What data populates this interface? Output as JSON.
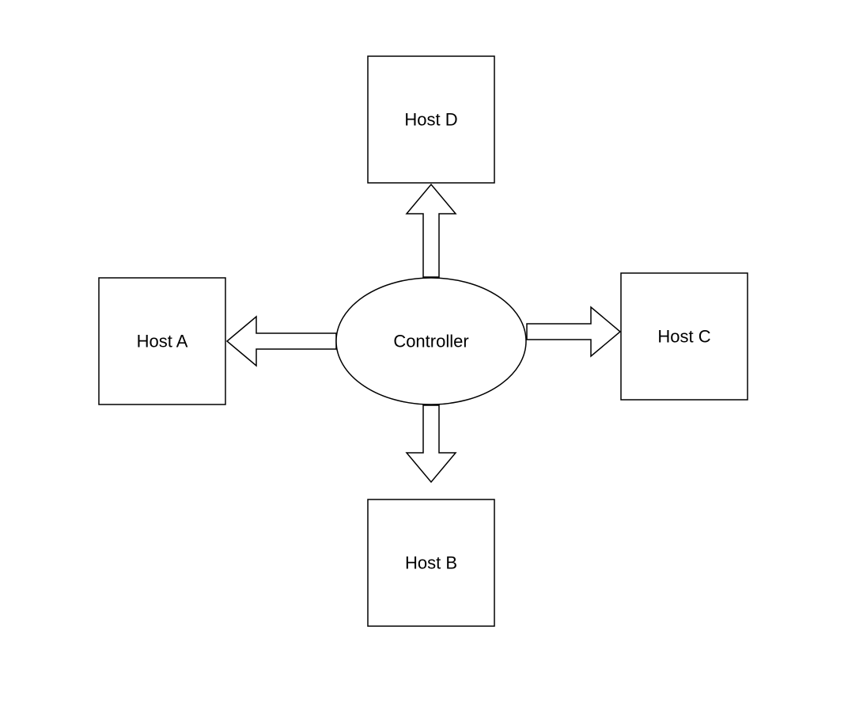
{
  "nodes": {
    "host_d": {
      "label": "Host D"
    },
    "host_a": {
      "label": "Host A"
    },
    "controller": {
      "label": "Controller"
    },
    "host_c": {
      "label": "Host C"
    },
    "host_b": {
      "label": "Host B"
    }
  },
  "connections": [
    {
      "from": "controller",
      "to": "host_d",
      "style": "block-arrow"
    },
    {
      "from": "controller",
      "to": "host_a",
      "style": "block-arrow"
    },
    {
      "from": "controller",
      "to": "host_c",
      "style": "block-arrow"
    },
    {
      "from": "controller",
      "to": "host_b",
      "style": "block-arrow"
    }
  ],
  "colors": {
    "stroke": "#000000",
    "fill": "#ffffff",
    "background": "#ffffff"
  }
}
